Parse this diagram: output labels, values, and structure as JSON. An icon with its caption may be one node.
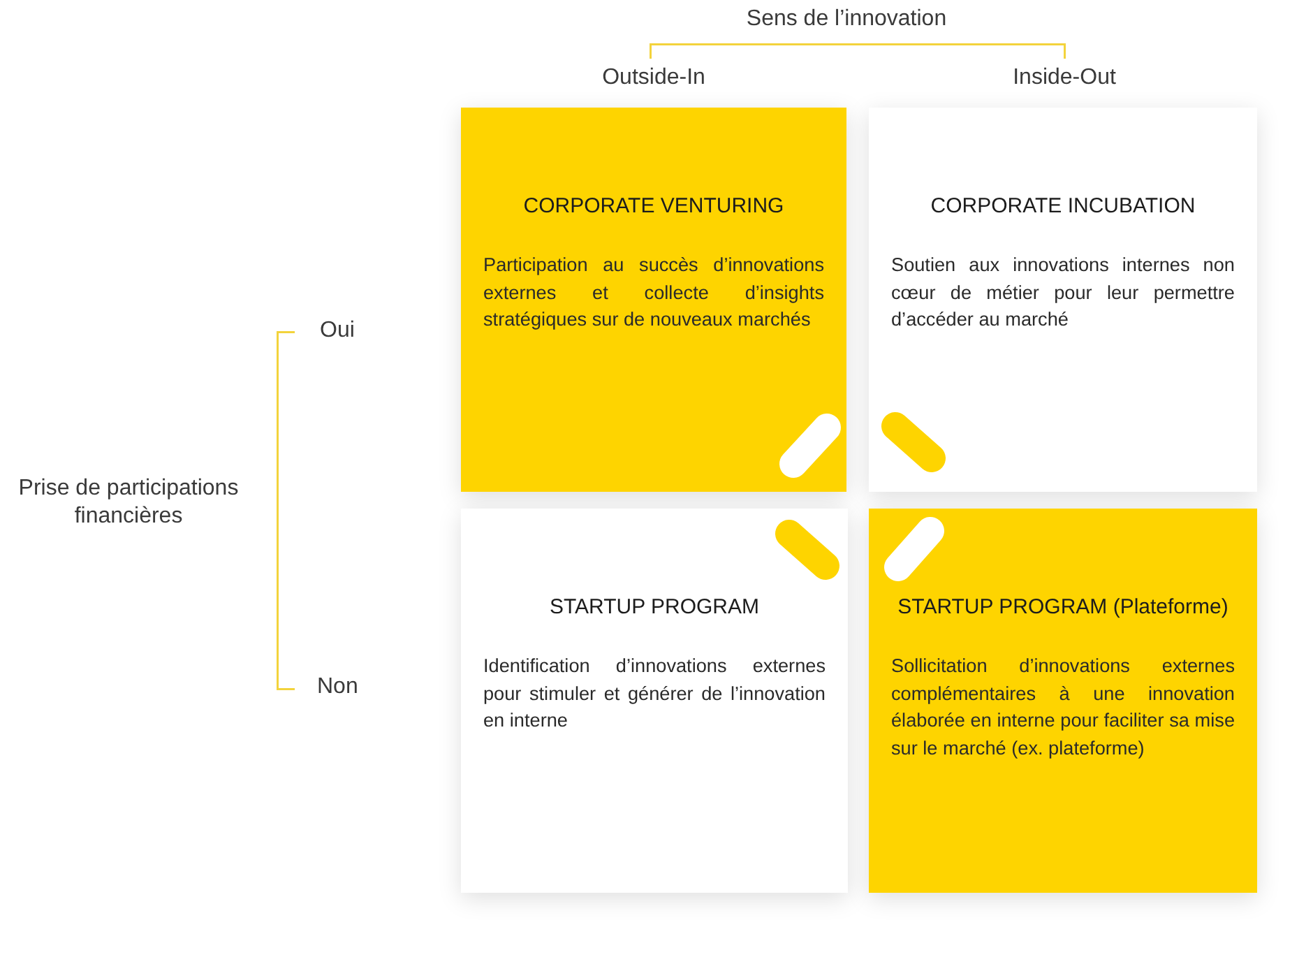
{
  "diagram": {
    "nodes": [
      {
        "text": [
          "CORPORATE VENTURING",
          "Participation au succès d’innovations externes et collecte d’insights stratégiques sur de nouveaux marchés"
        ]
      },
      {
        "text": [
          "CORPORATE INCUBATION",
          "Soutien aux innovations internes non cœur de métier pour leur permettre d’accéder au marché"
        ]
      },
      {
        "text": [
          "STARTUP PROGRAM",
          "Identification d’innovations externes pour stimuler et générer de l’innovation en interne"
        ]
      },
      {
        "text": [
          "STARTUP PROGRAM (Plateforme)",
          "Sollicitation d’innovations externes complémentaires à une innovation élaborée en interne pour faciliter sa mise sur le marché (ex. plateforme)"
        ]
      }
    ],
    "labels": [
      "Sens de l’innovation",
      "Outside-In",
      "Inside-Out",
      "Oui",
      "Prise de participations financières",
      "Non"
    ]
  }
}
